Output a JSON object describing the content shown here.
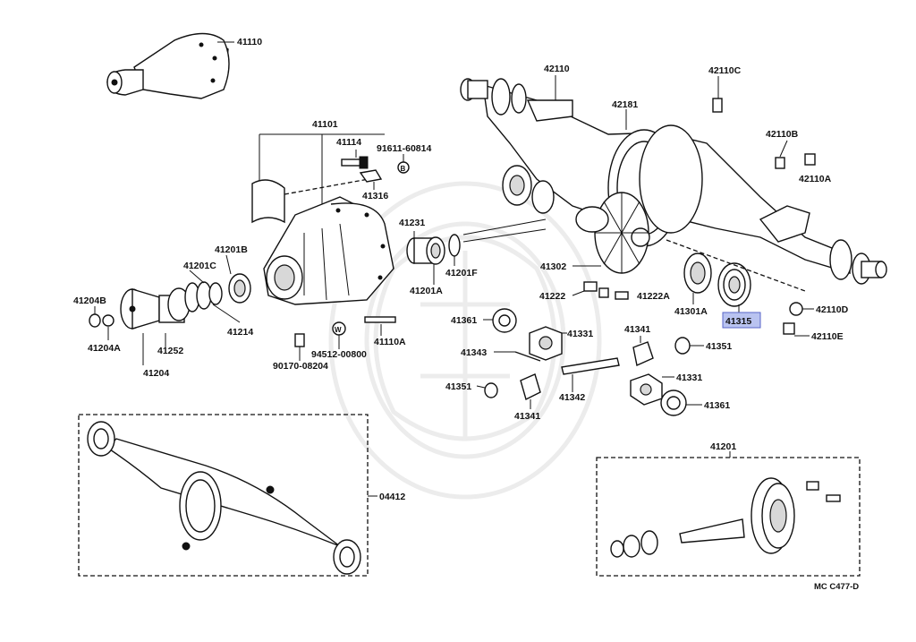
{
  "diagram": {
    "highlighted_part": "41315",
    "highlight_color": "#b9c3f0",
    "code": "MC  C477-D",
    "labels": {
      "p41110": "41110",
      "p42110": "42110",
      "p42110C": "42110C",
      "p42181": "42181",
      "p41101": "41101",
      "p41114": "41114",
      "p91611": "91611-60814",
      "p41316": "41316",
      "p42110B": "42110B",
      "p42110A": "42110A",
      "p41231": "41231",
      "p41201B": "41201B",
      "p41201C": "41201C",
      "p41201F": "41201F",
      "p41201A": "41201A",
      "p41302": "41302",
      "p41204B": "41204B",
      "p41204A": "41204A",
      "p41252": "41252",
      "p41214": "41214",
      "p41204": "41204",
      "p94512": "94512-00800",
      "p41110A": "41110A",
      "p90170": "90170-08204",
      "p41222": "41222",
      "p41222A": "41222A",
      "p41301A": "41301A",
      "p41315": "41315",
      "p42110D": "42110D",
      "p42110E": "42110E",
      "p41361a": "41361",
      "p41331a": "41331",
      "p41343": "41343",
      "p41341a": "41341",
      "p41351a": "41351",
      "p41351b": "41351",
      "p41331b": "41331",
      "p41342": "41342",
      "p41341b": "41341",
      "p41361b": "41361",
      "p04412": "04412",
      "p41201": "41201"
    },
    "circle_symbols": {
      "bolt_b": "B",
      "washer_w": "W"
    }
  }
}
